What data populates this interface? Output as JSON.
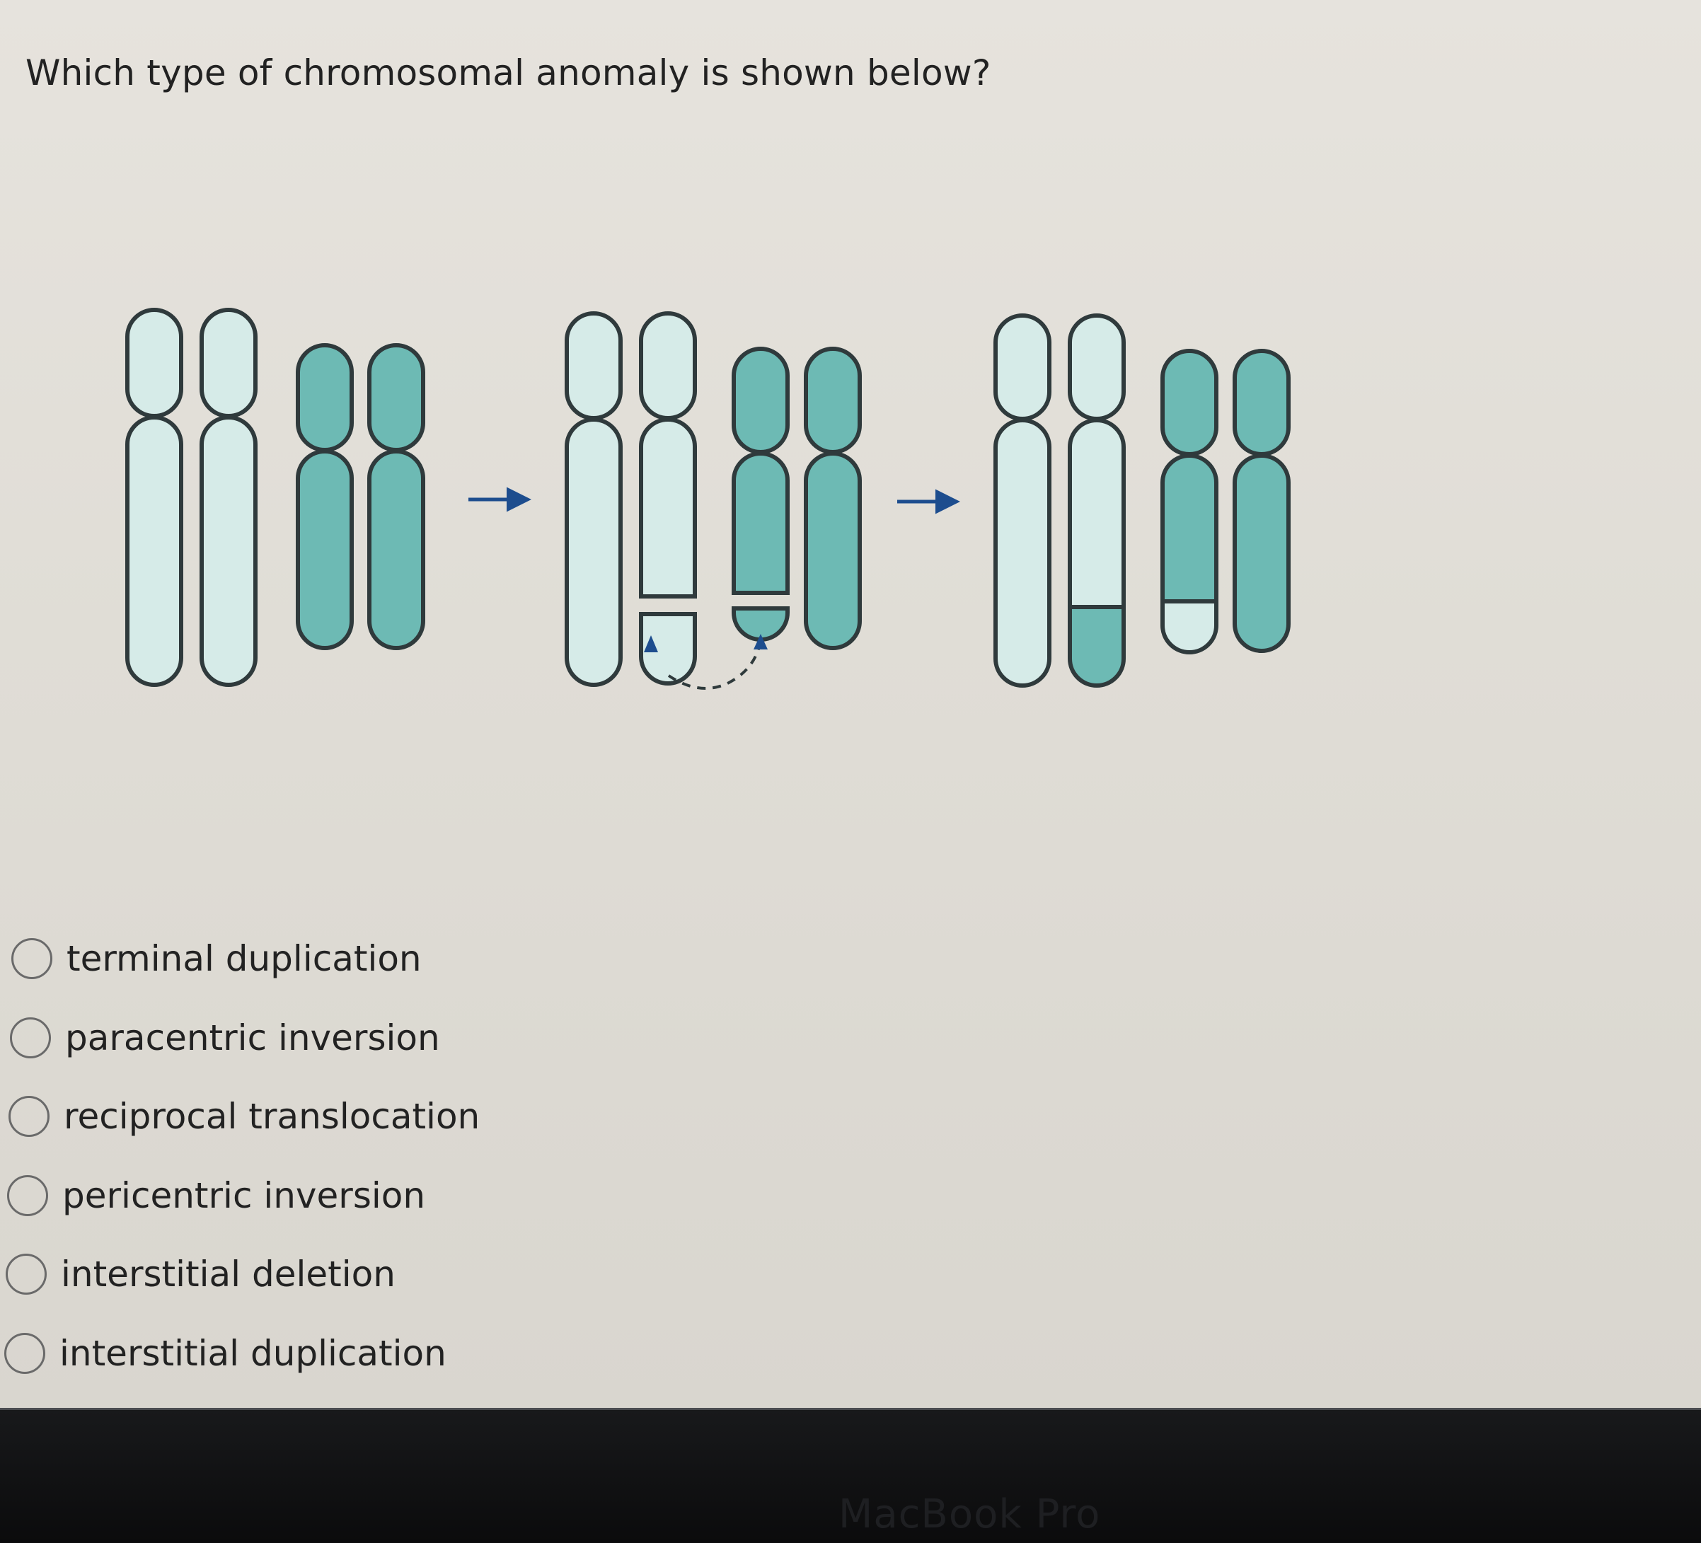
{
  "question": {
    "text": "Which type of chromosomal anomaly is shown below?"
  },
  "diagram": {
    "description_icon": "chromosome-translocation-diagram",
    "colors": {
      "light_chromosome": "#d6ebe8",
      "dark_chromosome": "#6dbab4",
      "outline": "#2f3a3c",
      "arrow": "#1d4d8e"
    }
  },
  "options": [
    {
      "label": "terminal duplication",
      "selected": false
    },
    {
      "label": "paracentric inversion",
      "selected": false
    },
    {
      "label": "reciprocal translocation",
      "selected": false
    },
    {
      "label": "pericentric inversion",
      "selected": false
    },
    {
      "label": "interstitial deletion",
      "selected": false
    },
    {
      "label": "interstitial duplication",
      "selected": false
    }
  ],
  "device": {
    "brand": "MacBook Pro"
  }
}
